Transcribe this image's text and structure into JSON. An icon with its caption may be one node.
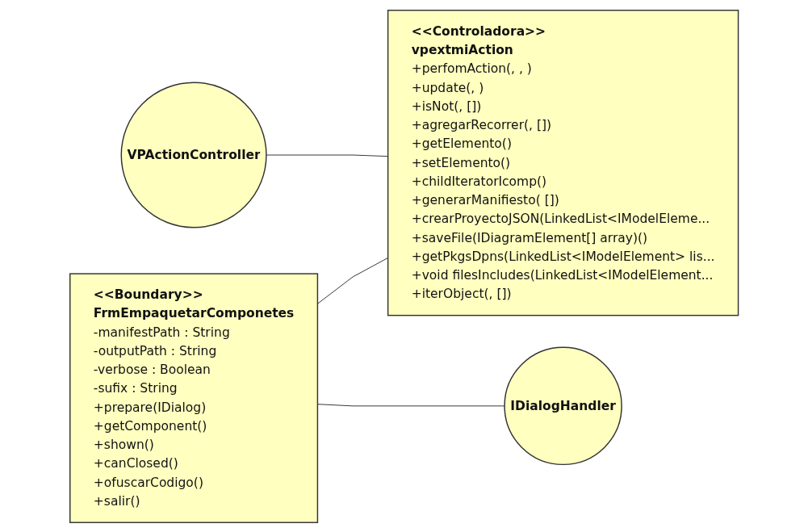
{
  "diagram": {
    "nodes": [
      {
        "text": [
          "VPActionController"
        ]
      },
      {
        "text": [
          "<<Controladora>>",
          "vpextmiAction",
          "+perfomAction(, , )",
          "+update(, )",
          "+isNot(,  [])",
          "+agregarRecorrer(,  [])",
          "+getElemento()",
          "+setElemento()",
          "+childIteratorIcomp()",
          "+generarManifiesto( [])",
          "+crearProyectoJSON(LinkedList<IModelEleme...",
          "+saveFile(IDiagramElement[] array)()",
          "+getPkgsDpns(LinkedList<IModelElement> lis...",
          "+void filesIncludes(LinkedList<IModelElement...",
          "+iterObject(,  [])"
        ]
      },
      {
        "text": [
          "<<Boundary>>",
          "FrmEmpaquetarComponetes",
          "-manifestPath : String",
          "-outputPath : String",
          "-verbose : Boolean",
          "-sufix : String",
          "+prepare(IDialog)",
          "+getComponent()",
          "+shown()",
          "+canClosed()",
          "+ofuscarCodigo()",
          "+salir()"
        ]
      },
      {
        "text": [
          "IDialogHandler"
        ]
      }
    ],
    "edges": [
      {
        "from": 0,
        "to": 1,
        "arrow": "none"
      },
      {
        "from": 2,
        "to": 1,
        "arrow": "none"
      },
      {
        "from": 2,
        "to": 3,
        "arrow": "none"
      }
    ]
  }
}
